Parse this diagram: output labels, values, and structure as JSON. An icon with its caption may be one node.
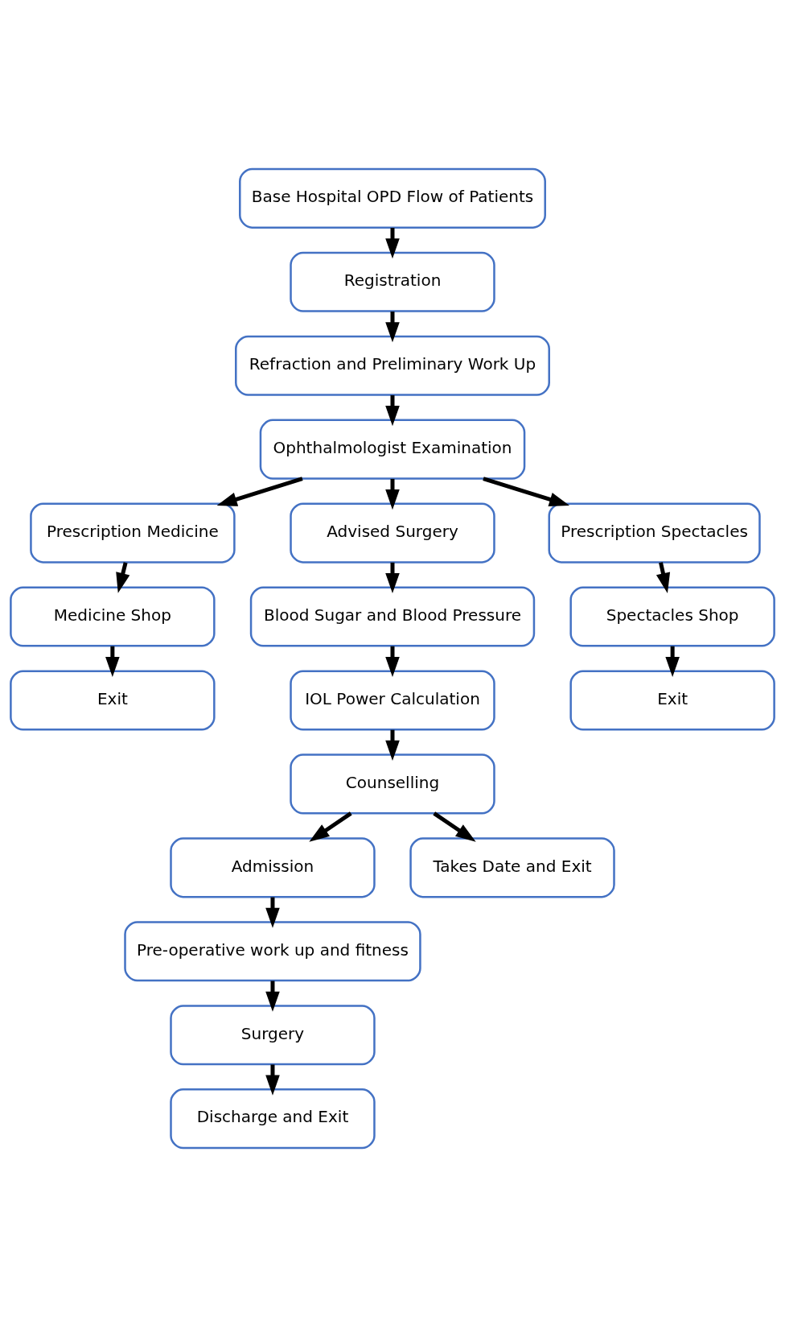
{
  "diagram": {
    "nodes": [
      {
        "text": [
          "Base Hospital OPD Flow of Patients"
        ]
      },
      {
        "text": [
          "Registration"
        ]
      },
      {
        "text": [
          "Refraction and Preliminary Work Up"
        ]
      },
      {
        "text": [
          "Ophthalmologist Examination"
        ]
      },
      {
        "text": [
          "Prescription Medicine"
        ]
      },
      {
        "text": [
          "Advised Surgery"
        ]
      },
      {
        "text": [
          "Prescription Spectacles"
        ]
      },
      {
        "text": [
          "Medicine Shop"
        ]
      },
      {
        "text": [
          "Blood Sugar and Blood Pressure"
        ]
      },
      {
        "text": [
          "Spectacles Shop"
        ]
      },
      {
        "text": [
          "Exit"
        ]
      },
      {
        "text": [
          "IOL Power Calculation"
        ]
      },
      {
        "text": [
          "Exit"
        ]
      },
      {
        "text": [
          "Counselling"
        ]
      },
      {
        "text": [
          "Admission"
        ]
      },
      {
        "text": [
          "Takes Date and Exit"
        ]
      },
      {
        "text": [
          "Pre-operative work up and fitness"
        ]
      },
      {
        "text": [
          "Surgery"
        ]
      },
      {
        "text": [
          "Discharge and Exit"
        ]
      }
    ],
    "edges": [
      {
        "from": 0,
        "to": 1,
        "arrow": "to"
      },
      {
        "from": 1,
        "to": 2,
        "arrow": "to"
      },
      {
        "from": 2,
        "to": 3,
        "arrow": "to"
      },
      {
        "from": 3,
        "to": 4,
        "arrow": "to"
      },
      {
        "from": 3,
        "to": 5,
        "arrow": "to"
      },
      {
        "from": 3,
        "to": 6,
        "arrow": "to"
      },
      {
        "from": 4,
        "to": 7,
        "arrow": "to"
      },
      {
        "from": 7,
        "to": 10,
        "arrow": "to"
      },
      {
        "from": 5,
        "to": 8,
        "arrow": "to"
      },
      {
        "from": 8,
        "to": 11,
        "arrow": "to"
      },
      {
        "from": 11,
        "to": 13,
        "arrow": "to"
      },
      {
        "from": 6,
        "to": 9,
        "arrow": "to"
      },
      {
        "from": 9,
        "to": 12,
        "arrow": "to"
      },
      {
        "from": 13,
        "to": 14,
        "arrow": "to"
      },
      {
        "from": 13,
        "to": 15,
        "arrow": "to"
      },
      {
        "from": 14,
        "to": 16,
        "arrow": "to"
      },
      {
        "from": 16,
        "to": 17,
        "arrow": "to"
      },
      {
        "from": 17,
        "to": 18,
        "arrow": "to"
      }
    ]
  }
}
